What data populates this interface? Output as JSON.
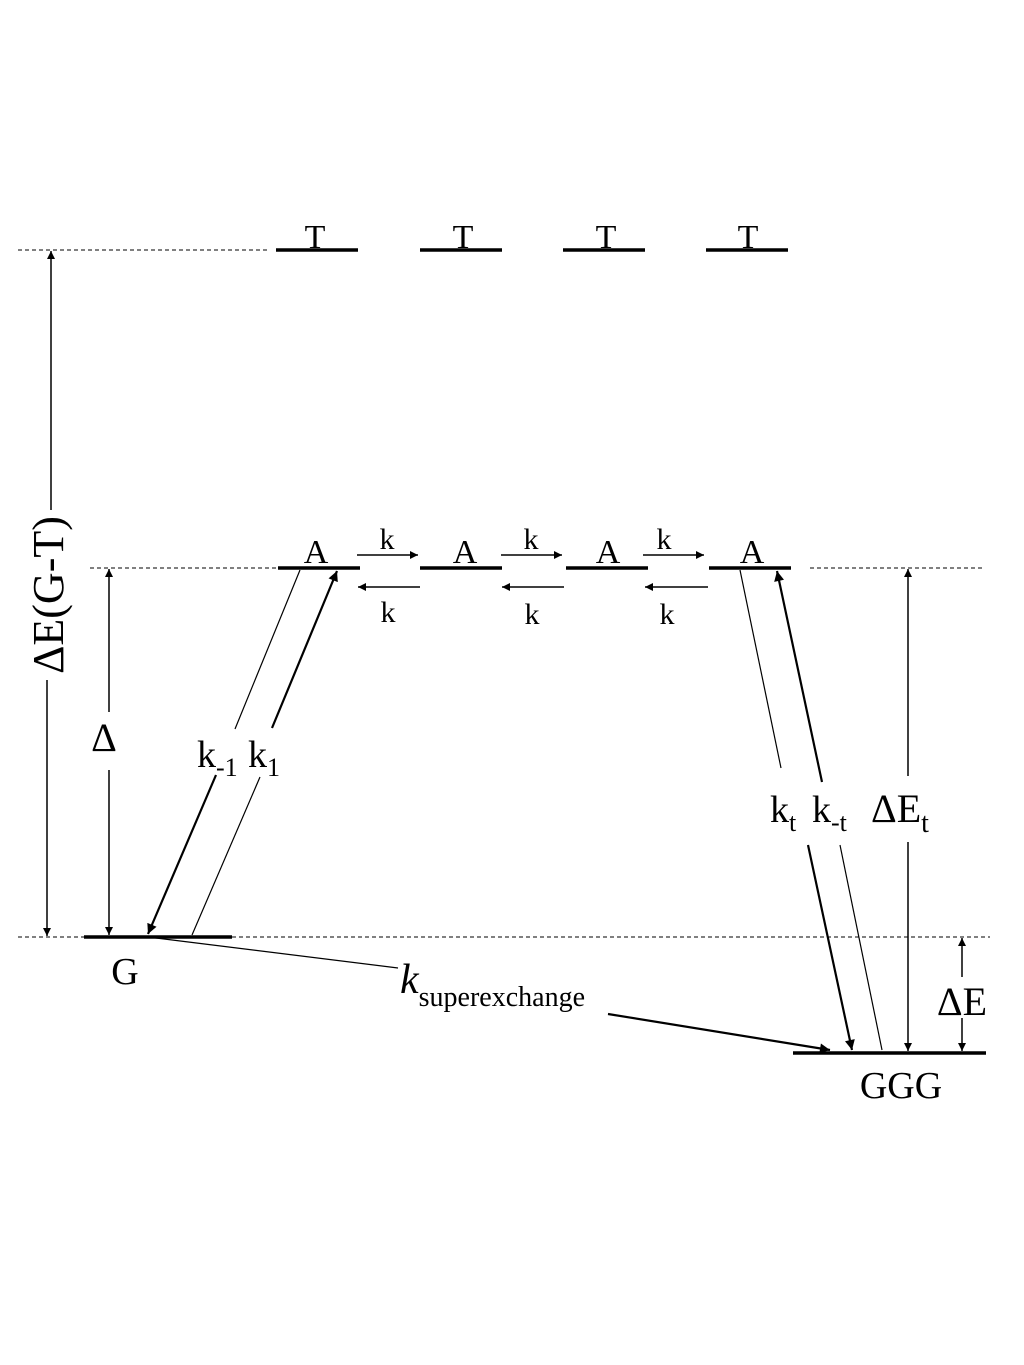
{
  "levels": {
    "t_label": "T",
    "a_label": "A",
    "g_label": "G",
    "ggg_label": "GGG"
  },
  "rates": {
    "hop_forward": "k",
    "hop_backward": "k",
    "k_minus_1": {
      "base": "k",
      "sub": "-1"
    },
    "k_1": {
      "base": "k",
      "sub": "1"
    },
    "k_t": {
      "base": "k",
      "sub": "t"
    },
    "k_minus_t": {
      "base": "k",
      "sub": "-t"
    },
    "k_superexchange": {
      "base": "k",
      "sub": "superexchange"
    }
  },
  "energies": {
    "delta_e_g_t": "ΔE(G-T)",
    "delta": "Δ",
    "delta_e_t": {
      "base": "ΔE",
      "sub": "t"
    },
    "delta_e": "ΔE"
  },
  "colors": {
    "ink": "#000000",
    "background": "#ffffff"
  }
}
